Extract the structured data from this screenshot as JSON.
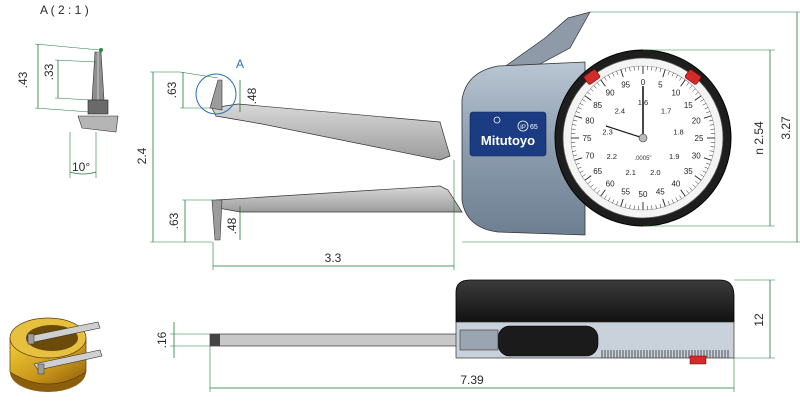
{
  "detail_view": {
    "title": "A ( 2 : 1 )",
    "dims": {
      "d1": ".43",
      "d2": ".33",
      "angle": "10°"
    }
  },
  "callout": {
    "label": "A"
  },
  "main_view": {
    "dims": {
      "upper_tip_len": ".63",
      "upper_tip_depth": ".48",
      "arm_span": "2.4",
      "lower_tip_len": ".63",
      "lower_tip_depth": ".48",
      "reach": "3.3",
      "dial_dia": "n 2.54",
      "total_height": "3.27"
    }
  },
  "dial": {
    "brand": "Mitutoyo",
    "ip": "IP",
    "ip_num": "65",
    "resolution": ".0005\"",
    "outer_labels": [
      "0",
      "5",
      "10",
      "15",
      "20",
      "25",
      "30",
      "35",
      "40",
      "45",
      "50",
      "55",
      "60",
      "65",
      "70",
      "75",
      "80",
      "85",
      "90",
      "95"
    ],
    "inner_labels": [
      "1.6",
      "1.7",
      "1.8",
      "1.9",
      "2.0",
      "2.1",
      "2.2",
      "2.3",
      "2.4"
    ]
  },
  "side_view": {
    "dims": {
      "thickness": ".16",
      "total_length": "7.39",
      "body_height": "12"
    }
  }
}
